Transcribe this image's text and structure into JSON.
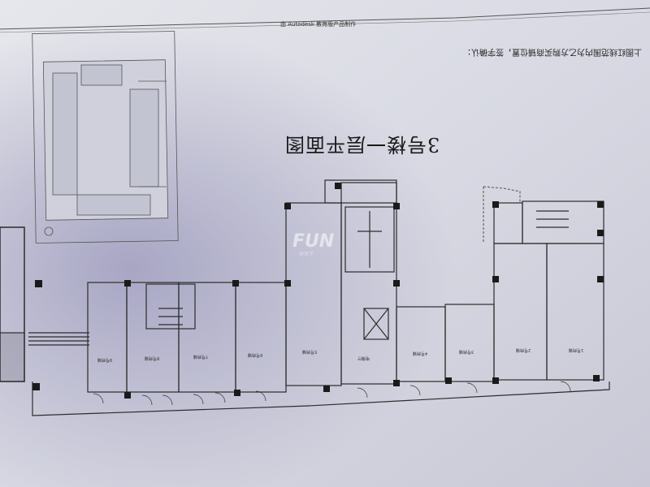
{
  "header": {
    "text": "由 Autodesk 教育版产品制作"
  },
  "note": {
    "text": "上图红线范围内为乙方购买商铺位置，签字确认："
  },
  "title": {
    "text": "3号楼一层平面图"
  },
  "watermark": {
    "text": "FUN",
    "sub": "房天下"
  },
  "rooms": [
    "1号商铺",
    "2号商铺",
    "3号商铺",
    "4号商铺",
    "5号商铺",
    "6号商铺",
    "7号商铺",
    "8号商铺",
    "9号商铺",
    "电梯厅"
  ]
}
